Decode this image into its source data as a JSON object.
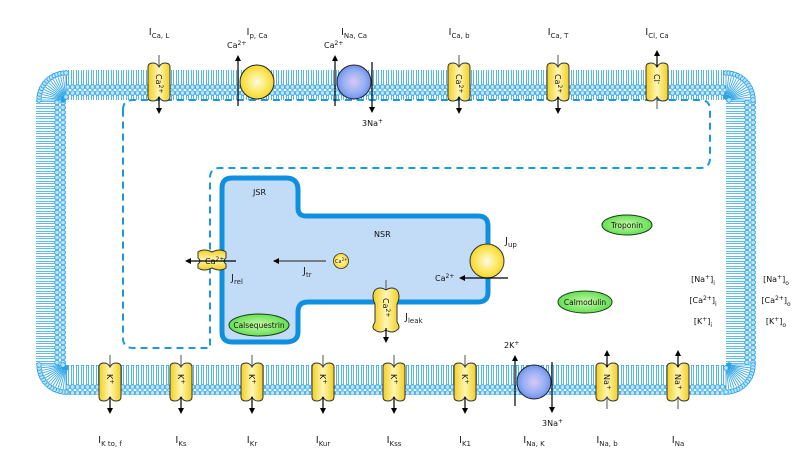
{
  "title": "Cardiac myocyte ionic model diagram",
  "colors": {
    "membrane": "#29a3e6",
    "membrane_light": "#a9d8f5",
    "sr_fill": "#c2dcf8",
    "sr_border": "#0f8fe0",
    "channel_fill": "#f7dc2a",
    "channel_light": "#fff8c8",
    "exchanger_fill": "#7fa0f0",
    "protein_fill": "#5ee35a",
    "protein_border": "#1c6a1a",
    "dashed": "#1a98e0"
  },
  "top_currents": [
    {
      "id": "ica-l",
      "main": "I",
      "sub": "Ca, L",
      "type": "channel",
      "ion": "Ca2+",
      "direction": "in"
    },
    {
      "id": "ip-ca",
      "main": "I",
      "sub": "p, Ca",
      "type": "pump",
      "ion_top": "Ca2+",
      "direction": "out"
    },
    {
      "id": "ina-ca",
      "main": "I",
      "sub": "Na, Ca",
      "type": "exchanger",
      "ion_top": "Ca2+",
      "ion_bottom": "3Na+"
    },
    {
      "id": "ica-b",
      "main": "I",
      "sub": "Ca, b",
      "type": "channel",
      "ion": "Ca2+",
      "direction": "in"
    },
    {
      "id": "ica-t",
      "main": "I",
      "sub": "Ca, T",
      "type": "channel",
      "ion": "Ca2+",
      "direction": "in"
    },
    {
      "id": "icl-ca",
      "main": "I",
      "sub": "Cl, Ca",
      "type": "channel",
      "ion": "Cl-",
      "direction": "out"
    }
  ],
  "bottom_currents": [
    {
      "id": "ik-tof",
      "main": "I",
      "sub": "K to, f",
      "type": "channel",
      "ion": "K+",
      "direction": "out"
    },
    {
      "id": "iks",
      "main": "I",
      "sub": "Ks",
      "type": "channel",
      "ion": "K+",
      "direction": "out"
    },
    {
      "id": "ikr",
      "main": "I",
      "sub": "Kr",
      "type": "channel",
      "ion": "K+",
      "direction": "out"
    },
    {
      "id": "ikur",
      "main": "I",
      "sub": "Kur",
      "type": "channel",
      "ion": "K+",
      "direction": "out"
    },
    {
      "id": "ikss",
      "main": "I",
      "sub": "Kss",
      "type": "channel",
      "ion": "K+",
      "direction": "out"
    },
    {
      "id": "ik1",
      "main": "I",
      "sub": "K1",
      "type": "channel",
      "ion": "K+",
      "direction": "out"
    },
    {
      "id": "ina-k",
      "main": "I",
      "sub": "Na, K",
      "type": "exchanger",
      "ion_top": "2K+",
      "ion_bottom": "3Na+"
    },
    {
      "id": "ina-b",
      "main": "I",
      "sub": "Na, b",
      "type": "channel",
      "ion": "Na+",
      "direction": "in"
    },
    {
      "id": "ina",
      "main": "I",
      "sub": "Na",
      "type": "channel",
      "ion": "Na+",
      "direction": "in"
    }
  ],
  "sr": {
    "jsr_label": "JSR",
    "nsr_label": "NSR",
    "rel": {
      "main": "J",
      "sub": "rel",
      "ion": "Ca2+"
    },
    "tr": {
      "main": "J",
      "sub": "tr",
      "ion": "Ca2+"
    },
    "up": {
      "main": "J",
      "sub": "up",
      "ion": "Ca2+"
    },
    "leak": {
      "main": "J",
      "sub": "leak",
      "ion": "Ca2+"
    }
  },
  "proteins": {
    "calsequestrin": "Calsequestrin",
    "troponin": "Troponin",
    "calmodulin": "Calmodulin"
  },
  "concentrations": {
    "intracellular": [
      {
        "base": "[Na",
        "sup": "+",
        "close": "]",
        "sub": "i"
      },
      {
        "base": "[Ca",
        "sup": "2+",
        "close": "]",
        "sub": "i"
      },
      {
        "base": "[K",
        "sup": "+",
        "close": "]",
        "sub": "i"
      }
    ],
    "extracellular": [
      {
        "base": "[Na",
        "sup": "+",
        "close": "]",
        "sub": "o"
      },
      {
        "base": "[Ca",
        "sup": "2+",
        "close": "]",
        "sub": "o"
      },
      {
        "base": "[K",
        "sup": "+",
        "close": "]",
        "sub": "o"
      }
    ]
  }
}
